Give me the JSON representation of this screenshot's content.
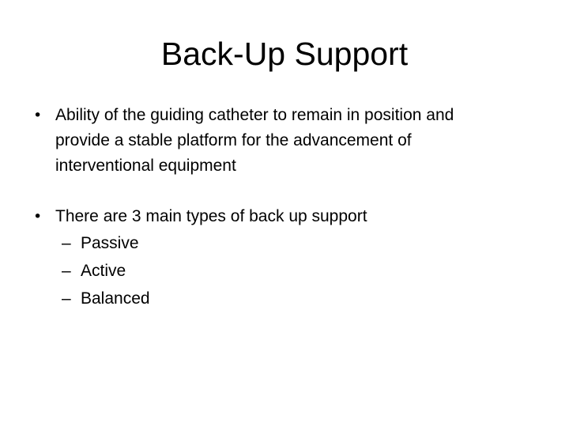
{
  "slide": {
    "title": "Back-Up Support",
    "background_color": "#ffffff",
    "text_color": "#000000"
  },
  "bullets": [
    {
      "level": 1,
      "marker": "•",
      "lines": [
        "Ability of the guiding catheter to remain in position and",
        "provide a stable platform for the advancement of",
        "interventional equipment"
      ]
    },
    {
      "level": 1,
      "marker": "•",
      "lines": [
        "There are 3 main types of back up support"
      ]
    },
    {
      "level": 2,
      "marker": "–",
      "lines": [
        "Passive"
      ]
    },
    {
      "level": 2,
      "marker": "–",
      "lines": [
        "Active"
      ]
    },
    {
      "level": 2,
      "marker": "–",
      "lines": [
        "Balanced"
      ]
    }
  ]
}
